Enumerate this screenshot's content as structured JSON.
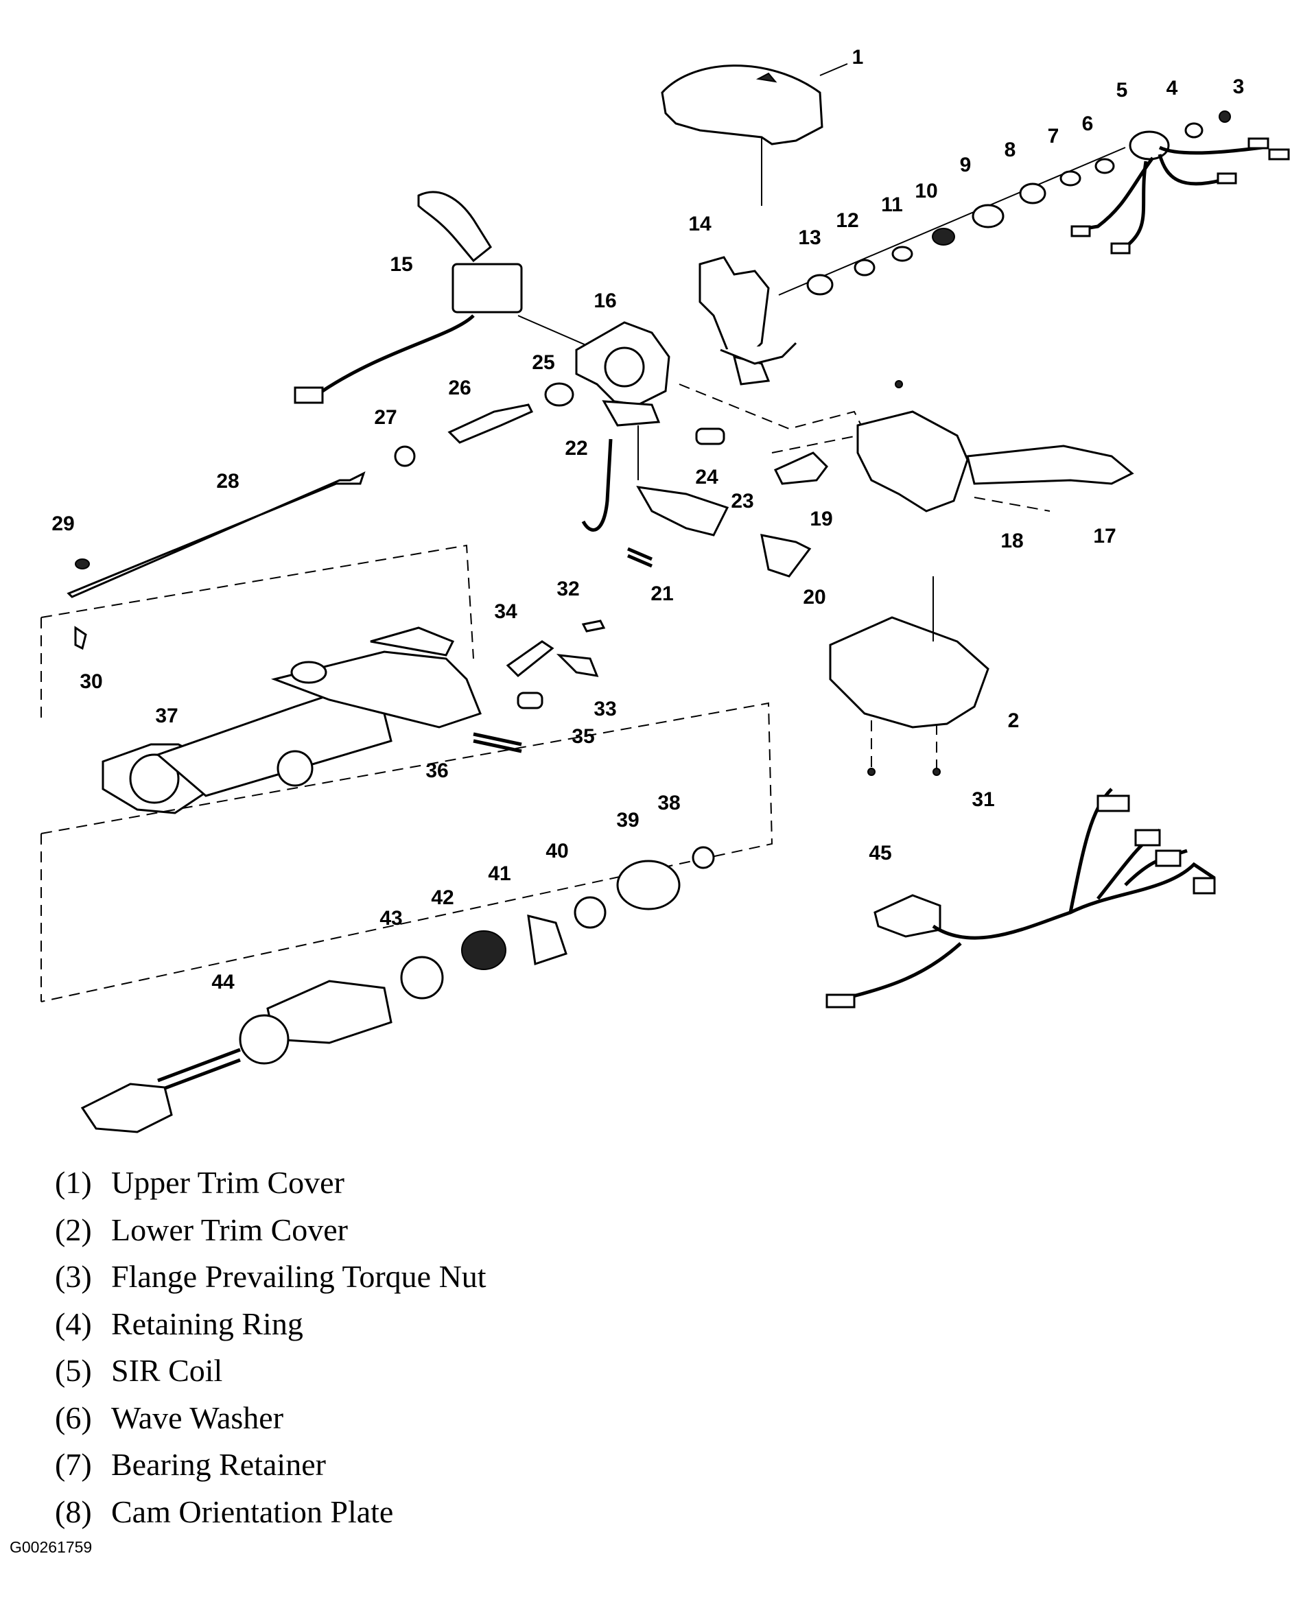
{
  "callouts": [
    "1",
    "2",
    "3",
    "4",
    "5",
    "6",
    "7",
    "8",
    "9",
    "10",
    "11",
    "12",
    "13",
    "14",
    "15",
    "16",
    "17",
    "18",
    "19",
    "20",
    "21",
    "22",
    "23",
    "24",
    "25",
    "26",
    "27",
    "28",
    "29",
    "30",
    "31",
    "32",
    "33",
    "34",
    "35",
    "36",
    "37",
    "38",
    "39",
    "40",
    "41",
    "42",
    "43",
    "44",
    "45"
  ],
  "legend": [
    {
      "num": "(1)",
      "label": "Upper Trim Cover"
    },
    {
      "num": "(2)",
      "label": "Lower Trim Cover"
    },
    {
      "num": "(3)",
      "label": "Flange Prevailing Torque Nut"
    },
    {
      "num": "(4)",
      "label": "Retaining Ring"
    },
    {
      "num": "(5)",
      "label": "SIR Coil"
    },
    {
      "num": "(6)",
      "label": "Wave Washer"
    },
    {
      "num": "(7)",
      "label": "Bearing Retainer"
    },
    {
      "num": "(8)",
      "label": "Cam Orientation Plate"
    }
  ],
  "figure_id": "G00261759"
}
